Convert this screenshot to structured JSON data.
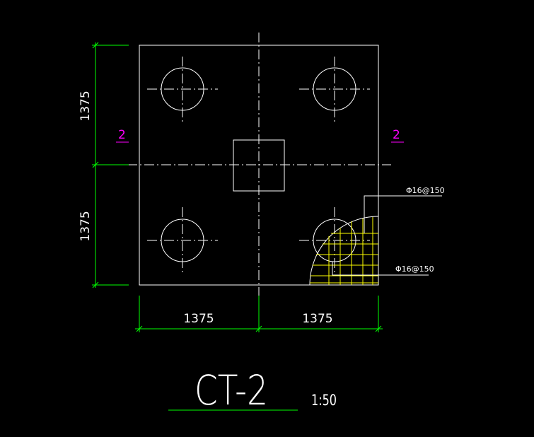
{
  "drawing": {
    "title": "CT-2",
    "scale": "1:50",
    "section_marker_left": "2",
    "section_marker_right": "2",
    "dim_vertical_top": "1375",
    "dim_vertical_bottom": "1375",
    "dim_horizontal_left": "1375",
    "dim_horizontal_right": "1375",
    "rebar_label_top": "Φ16@150",
    "rebar_label_bottom": "Φ16@150"
  },
  "colors": {
    "background": "#000000",
    "outline": "#ffffff",
    "dimension": "#00ff00",
    "section_marker": "#ff00ff",
    "rebar": "#ffff00"
  }
}
